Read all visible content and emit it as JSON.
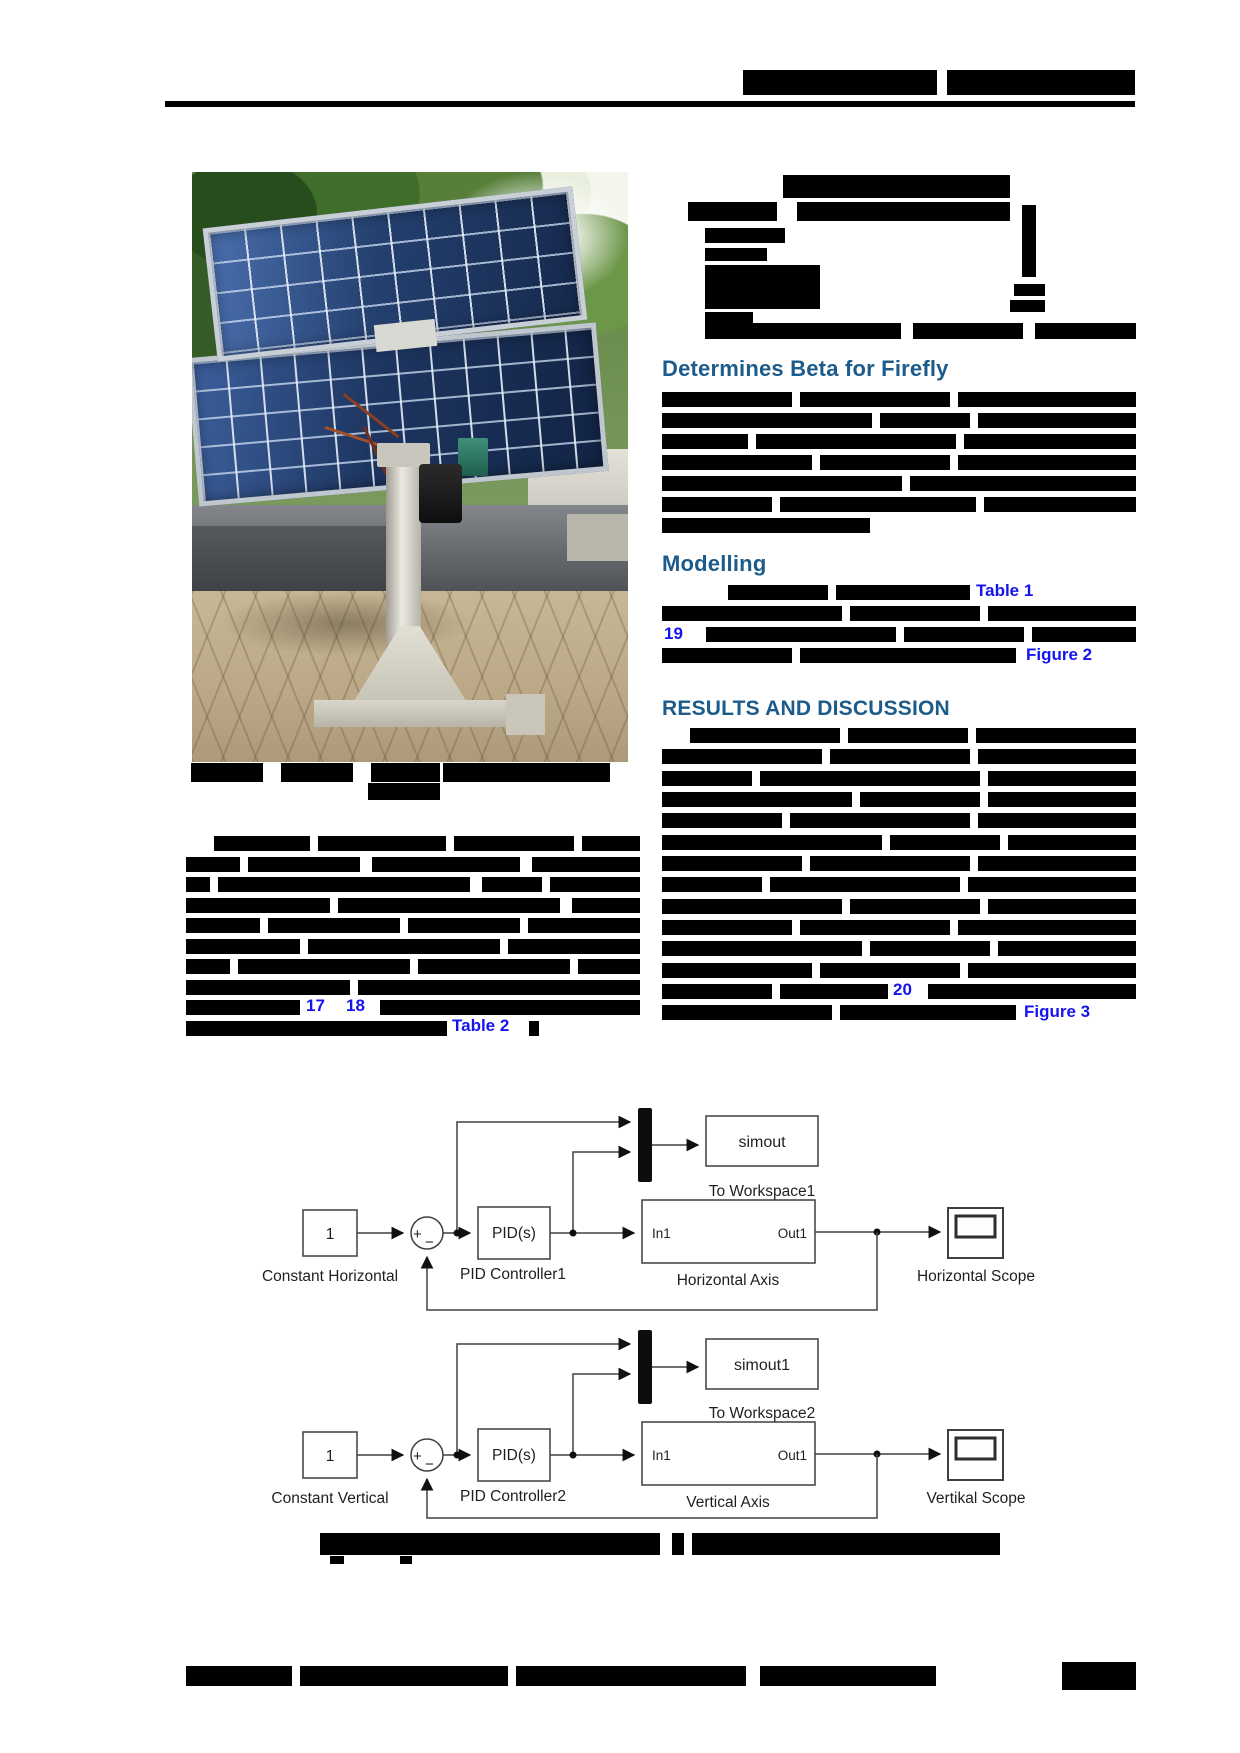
{
  "headings": {
    "determines_beta": "Determines Beta for Firefly",
    "modelling": "Modelling",
    "results": "RESULTS AND DISCUSSION"
  },
  "links": {
    "table1": "Table 1",
    "table2": "Table 2",
    "figure2": "Figure 2",
    "figure3": "Figure 3",
    "ref17": "17",
    "ref18": "18",
    "ref19": "19",
    "ref20": "20"
  },
  "diagram": {
    "sum_signs": {
      "plus": "+",
      "minus": "−"
    },
    "horizontal_loop": {
      "constant": {
        "value": "1",
        "label": "Constant Horizontal"
      },
      "pid": {
        "text": "PID(s)",
        "label": "PID Controller1"
      },
      "plant": {
        "in_port": "In1",
        "out_port": "Out1",
        "label": "Horizontal Axis"
      },
      "workspace": {
        "text": "simout",
        "label": "To Workspace1"
      },
      "scope": {
        "label": "Horizontal Scope"
      }
    },
    "vertical_loop": {
      "constant": {
        "value": "1",
        "label": "Constant Vertical"
      },
      "pid": {
        "text": "PID(s)",
        "label": "PID Controller2"
      },
      "plant": {
        "in_port": "In1",
        "out_port": "Out1",
        "label": "Vertical Axis"
      },
      "workspace": {
        "text": "simout1",
        "label": "To Workspace2"
      },
      "scope": {
        "label": "Vertikal Scope"
      }
    }
  },
  "colors": {
    "link_blue": "#1414ee",
    "heading_blue": "#1d5c8a",
    "redaction": "#000000",
    "panel_blue": "#203a6a"
  }
}
